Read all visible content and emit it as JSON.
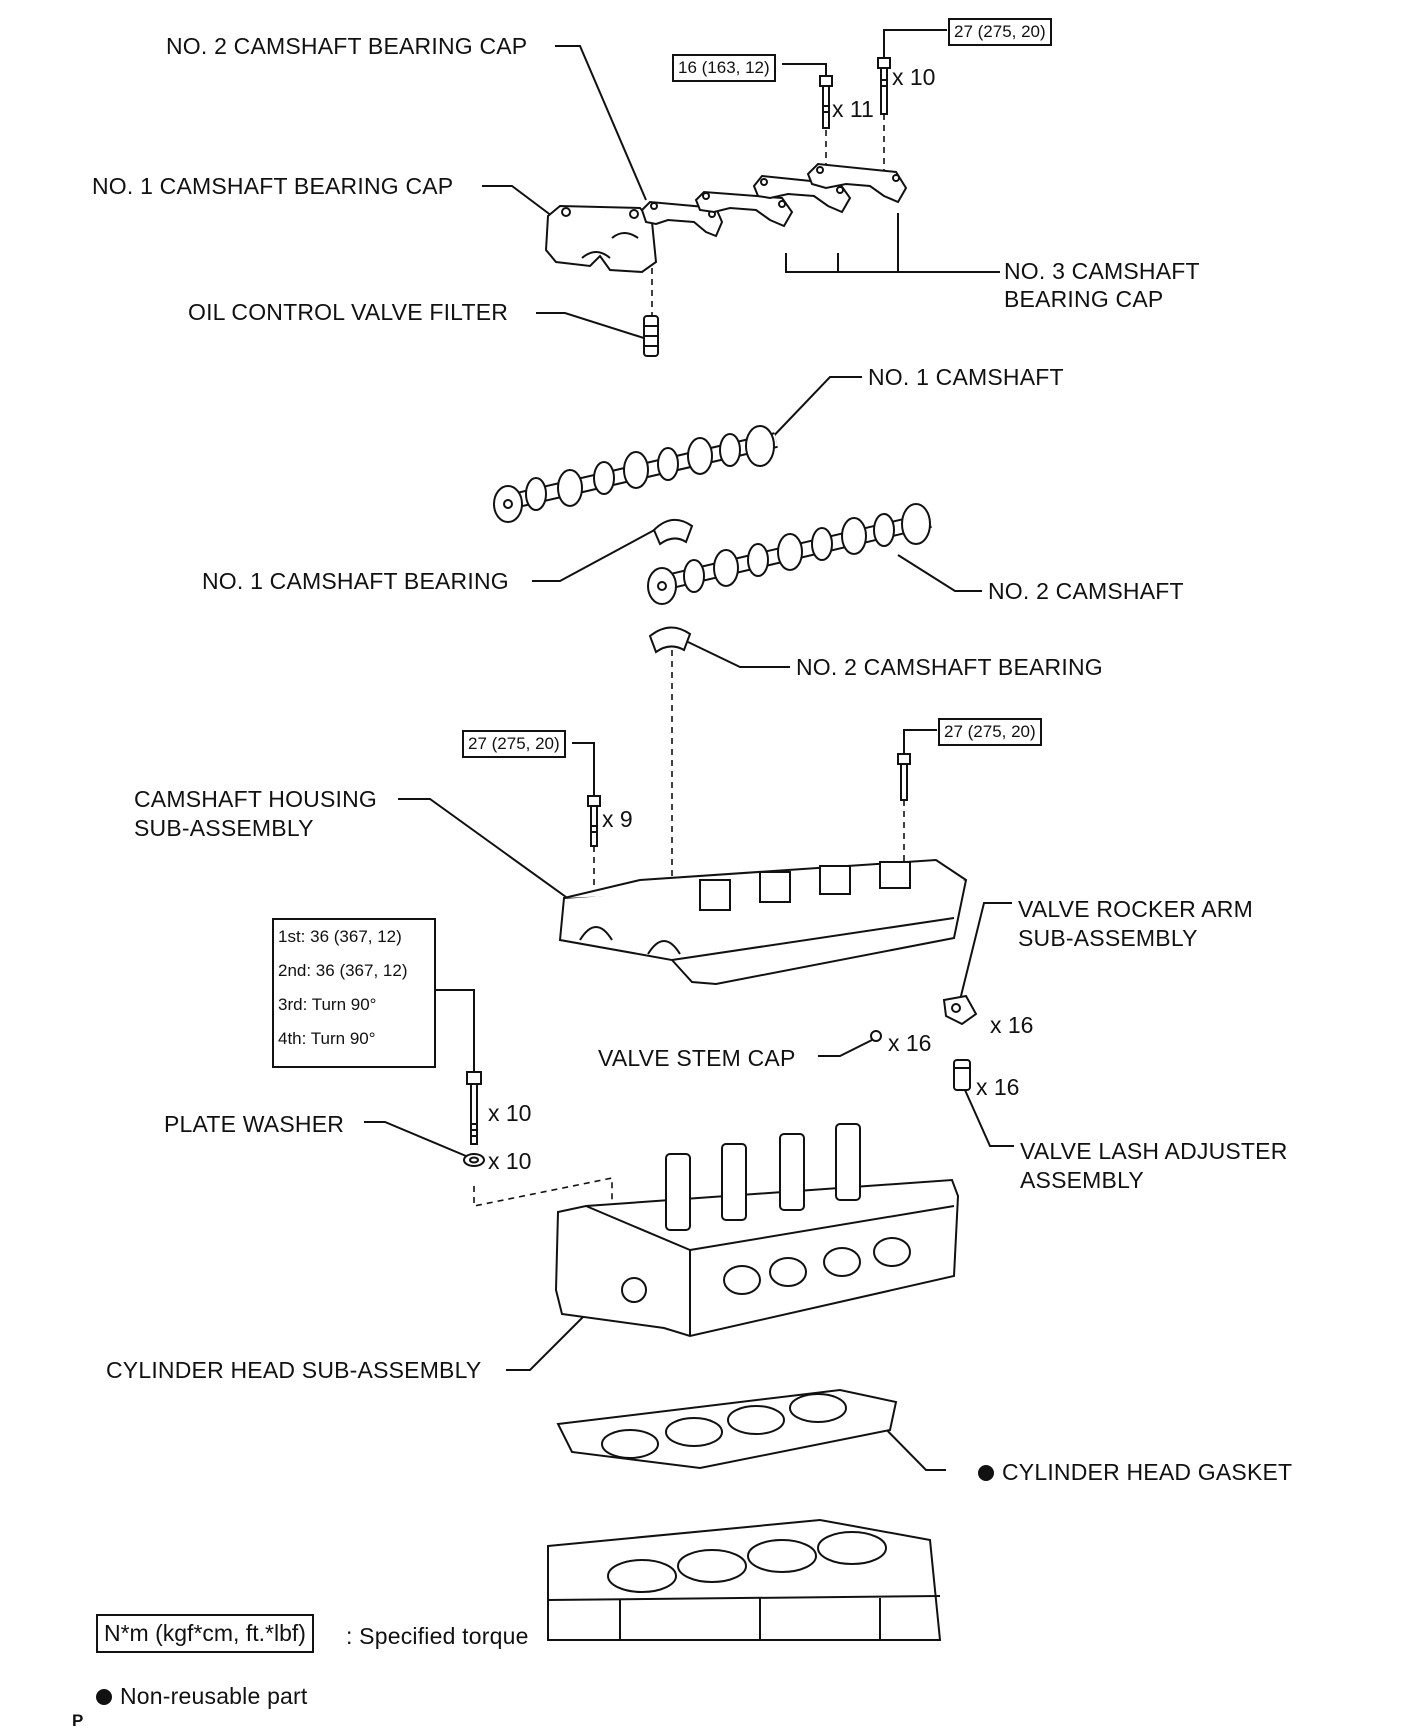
{
  "labels": {
    "no2_cap": "NO. 2 CAMSHAFT BEARING CAP",
    "no1_cap": "NO. 1 CAMSHAFT BEARING CAP",
    "no3_cap_l1": "NO. 3 CAMSHAFT",
    "no3_cap_l2": "BEARING CAP",
    "ocv_filter": "OIL CONTROL VALVE FILTER",
    "no1_camshaft": "NO. 1 CAMSHAFT",
    "no1_bearing": "NO. 1 CAMSHAFT BEARING",
    "no2_camshaft": "NO. 2 CAMSHAFT",
    "no2_bearing": "NO. 2 CAMSHAFT BEARING",
    "housing_l1": "CAMSHAFT HOUSING",
    "housing_l2": "SUB-ASSEMBLY",
    "rocker_l1": "VALVE ROCKER ARM",
    "rocker_l2": "SUB-ASSEMBLY",
    "stem_cap": "VALVE STEM CAP",
    "plate_washer": "PLATE WASHER",
    "lash_l1": "VALVE LASH ADJUSTER",
    "lash_l2": "ASSEMBLY",
    "cyl_head": "CYLINDER HEAD SUB-ASSEMBLY",
    "gasket": "CYLINDER HEAD GASKET"
  },
  "torque": {
    "top_right": "27 (275, 20)",
    "top_left": "16 (163, 12)",
    "housing_left": "27 (275, 20)",
    "housing_right": "27 (275, 20)",
    "head_bolt_steps": [
      "1st: 36 (367, 12)",
      "2nd: 36 (367, 12)",
      "3rd: Turn 90°",
      "4th: Turn 90°"
    ]
  },
  "counts": {
    "cap_bolts_long": "x 10",
    "cap_bolts_short": "x 11",
    "housing_bolts": "x 9",
    "rocker_arms": "x 16",
    "stem_caps": "x 16",
    "lash_adjusters": "x 16",
    "head_bolts": "x 10",
    "plate_washers": "x 10"
  },
  "legend": {
    "torque_unit": "N*m (kgf*cm, ft.*lbf)",
    "torque_desc": ": Specified torque",
    "non_reusable": "Non-reusable part"
  },
  "corner_mark": "P"
}
